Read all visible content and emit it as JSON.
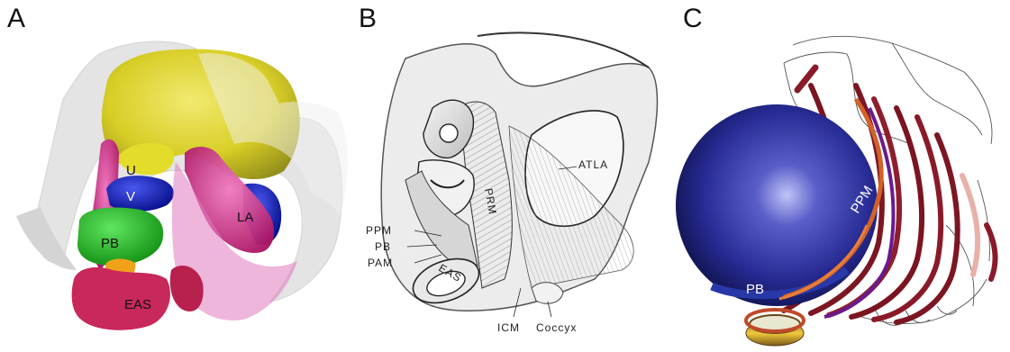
{
  "panels": {
    "a": {
      "letter": "A",
      "labels": {
        "u": "U",
        "v": "V",
        "la": "LA",
        "pb": "PB",
        "eas": "EAS"
      }
    },
    "b": {
      "letter": "B",
      "labels": {
        "ppm": "PPM",
        "pb": "PB",
        "pam": "PAM",
        "eas": "EAS",
        "prm": "PRM",
        "atla": "ATLA",
        "icm": "ICM",
        "coccyx": "Coccyx"
      }
    },
    "c": {
      "letter": "C",
      "labels": {
        "ppm": "PPM",
        "pb": "PB"
      }
    }
  },
  "colors": {
    "uterus": "#d8cf1c",
    "vagina": "#1020c8",
    "levator": "#d0207a",
    "perineal_body": "#22c022",
    "eas": "#c8285a",
    "bone": "#e6e6e6",
    "sphere": "#20208a",
    "fibers": "#8a1a28"
  }
}
